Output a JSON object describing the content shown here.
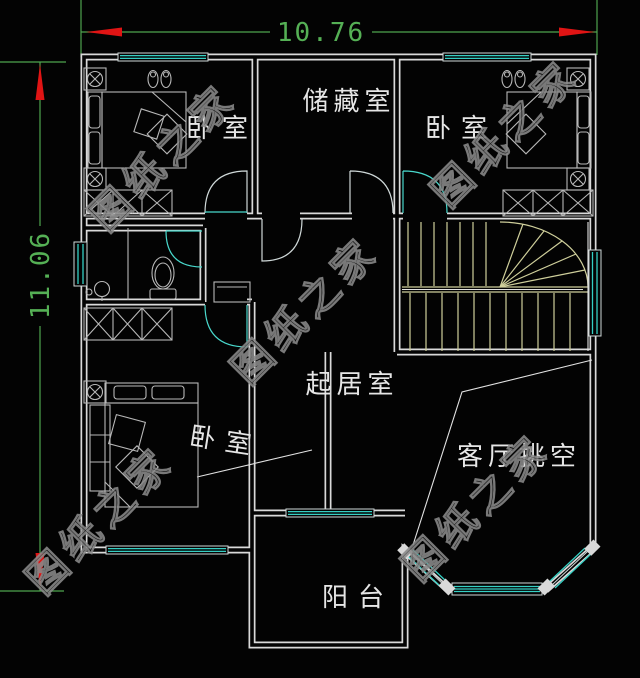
{
  "dimensions": {
    "horizontal": "10.76",
    "vertical": "11.06"
  },
  "rooms": {
    "bedroom_top_left": "卧室",
    "bedroom_top_right": "卧室",
    "bedroom_bottom_left": "卧室",
    "storage_room": "储藏室",
    "living_room": "起居室",
    "living_void": "客厅挑空",
    "balcony": "阳台"
  },
  "watermark": {
    "text": "图纸之家"
  },
  "colors": {
    "background": "#030303",
    "wall": "#d9d9d9",
    "window": "#35cfc3",
    "dimension_green": "#4fa44f",
    "arrow_red": "#e01414",
    "stairs_khaki": "#cfcf9b",
    "label_white": "#e6e6e6",
    "watermark_gray": "#8a8a8a"
  }
}
